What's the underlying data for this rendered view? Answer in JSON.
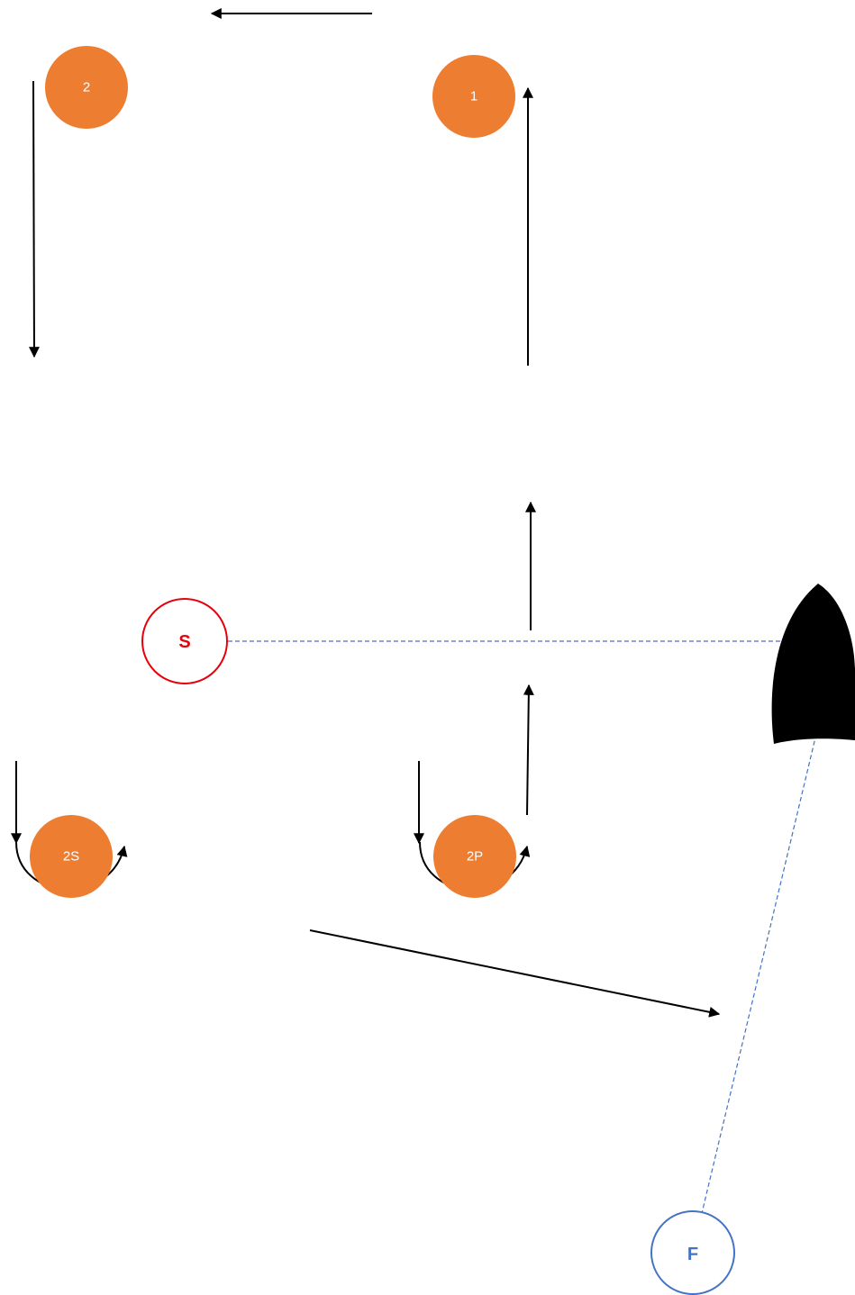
{
  "colors": {
    "mark_fill": "#ED7D31",
    "start_ring": "#E8000B",
    "finish_ring": "#4472C4",
    "line": "#4472C4",
    "arrow": "#000000",
    "boat": "#000000"
  },
  "marks": {
    "one": "1",
    "two": "2",
    "gate_starboard": "2S",
    "gate_port": "2P"
  },
  "start_mark": "S",
  "finish_mark": "F",
  "icons": {
    "committee_boat": "boat-icon",
    "course_arrow": "arrow-icon"
  }
}
